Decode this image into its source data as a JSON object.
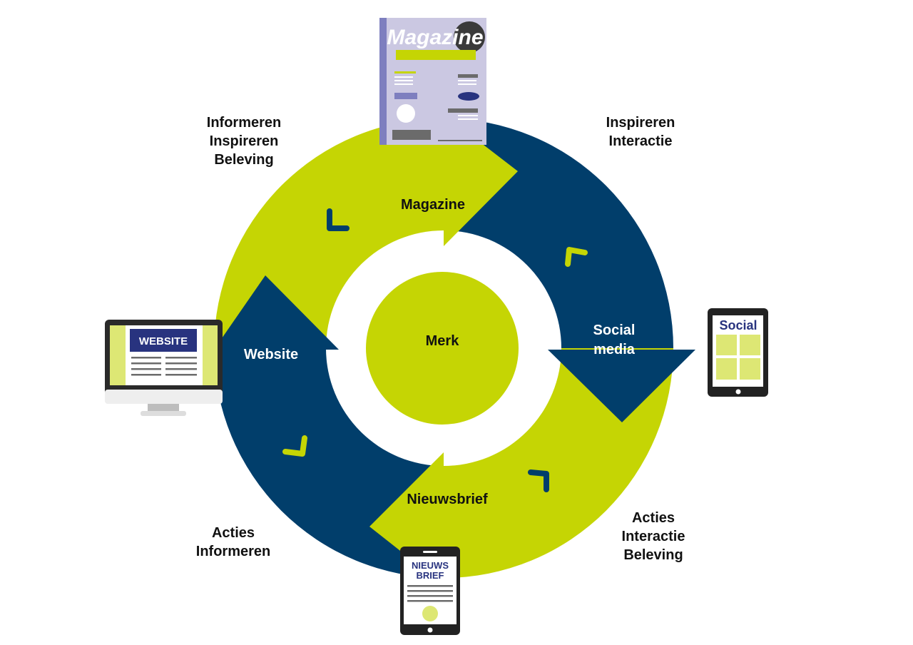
{
  "colors": {
    "lime": "#c5d504",
    "navy": "#013e6b",
    "lavender": "#cbc8e2",
    "indigo": "#28337f",
    "dark": "#222222",
    "white": "#ffffff"
  },
  "center": {
    "label": "Merk"
  },
  "segments": {
    "magazine": "Magazine",
    "social": [
      "Social",
      "media"
    ],
    "nieuwsbrief": "Nieuwsbrief",
    "website": "Website"
  },
  "outer_labels": {
    "top_left": [
      "Informeren",
      "Inspireren",
      "Beleving"
    ],
    "top_right": [
      "Inspireren",
      "Interactie"
    ],
    "bottom_right": [
      "Acties",
      "Interactie",
      "Beleving"
    ],
    "bottom_left": [
      "Acties",
      "Informeren"
    ]
  },
  "icons": {
    "magazine": {
      "name": "magazine-icon",
      "title": "Magazine"
    },
    "social": {
      "name": "tablet-icon",
      "title": "Social"
    },
    "newsletter": {
      "name": "phone-icon",
      "title": [
        "NIEUWS",
        "BRIEF"
      ]
    },
    "website": {
      "name": "monitor-icon",
      "title": "WEBSITE"
    }
  }
}
